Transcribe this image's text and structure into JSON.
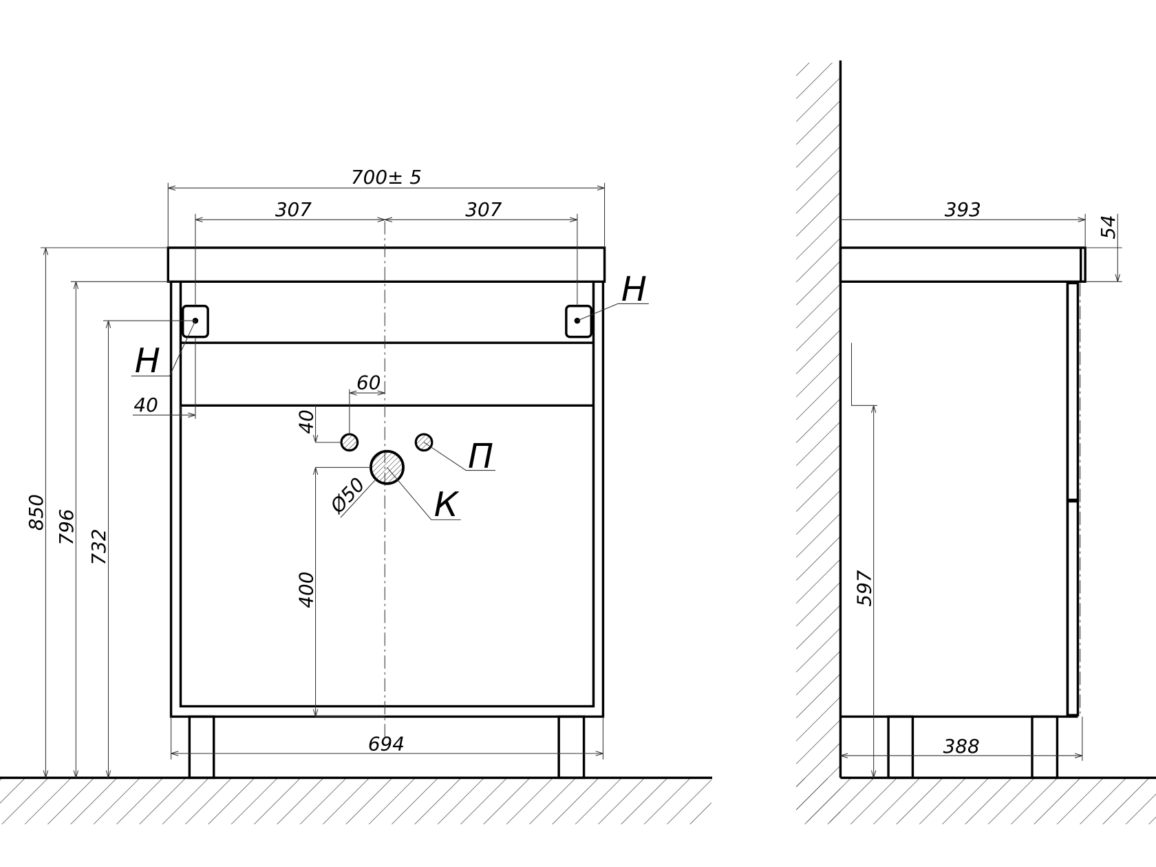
{
  "front_view": {
    "dims": {
      "total_width": "700± 5",
      "left_half": "307",
      "right_half": "307",
      "total_height": "850",
      "height_to_top_underside": "796",
      "height_to_mount": "732",
      "mount_offset": "40",
      "pipe_spacing": "60",
      "pipe_vertical": "40",
      "drain_height": "400",
      "drain_diameter": "Ø50",
      "body_width": "694"
    },
    "labels": {
      "mount_left": "Н",
      "mount_right": "Н",
      "water_supply": "П",
      "drain": "К"
    }
  },
  "side_view": {
    "dims": {
      "top_depth": "393",
      "top_thickness": "54",
      "mount_height": "597",
      "body_depth": "388"
    }
  }
}
